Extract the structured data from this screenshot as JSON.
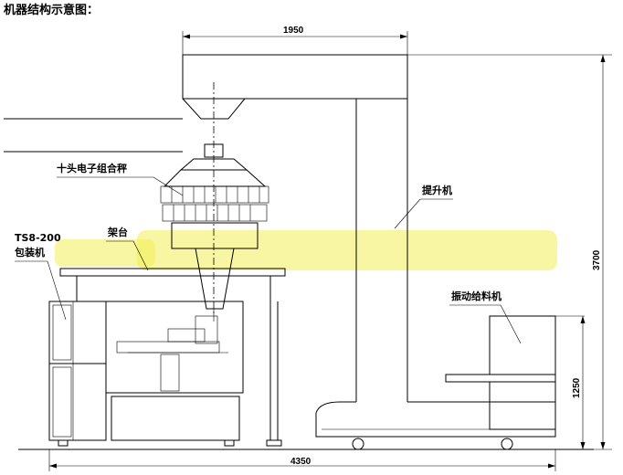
{
  "title": "机器结构示意图：",
  "labels": {
    "combination_weigher": "十头电子组合秤",
    "frame": "架台",
    "packer_model": "TS8-200",
    "packer_name": "包装机",
    "elevator": "提升机",
    "vibrating_feeder": "振动给料机"
  },
  "dimensions": {
    "top_width": "1950",
    "total_width": "4350",
    "total_height": "3700",
    "feeder_height": "1250"
  }
}
